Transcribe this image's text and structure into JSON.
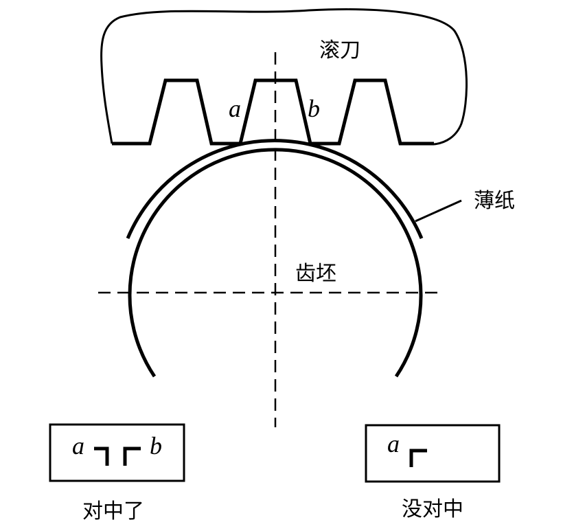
{
  "labels": {
    "hob": "滚刀",
    "tooth_left_side": "a",
    "tooth_right_side": "b",
    "thin_paper": "薄纸",
    "gear_blank": "齿坯",
    "centered_caption": "对中了",
    "not_centered_caption": "没对中",
    "centered_box_a": "a",
    "centered_box_b": "b",
    "not_centered_box_a": "a"
  },
  "colors": {
    "stroke": "#000000",
    "background": "#ffffff"
  }
}
